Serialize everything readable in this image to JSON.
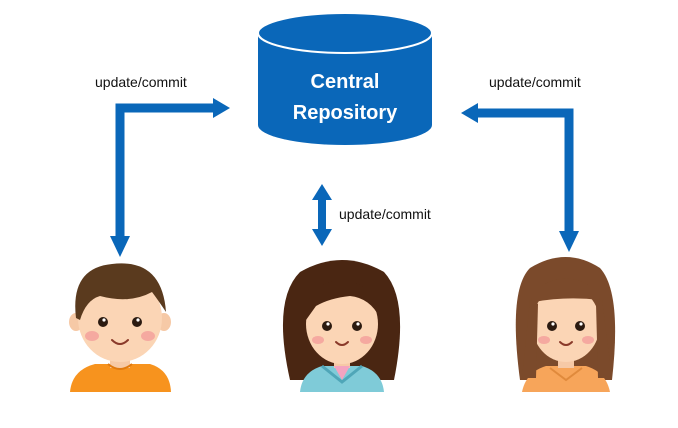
{
  "repository": {
    "line1": "Central",
    "line2": "Repository",
    "color": "#0a67b9"
  },
  "arrows": {
    "color": "#0a67b9",
    "left_label": "update/commit",
    "middle_label": "update/commit",
    "right_label": "update/commit"
  },
  "users": [
    {
      "icon": "boy-avatar-icon",
      "shirt_color": "#f7931e",
      "hair_color": "#5a3a1e"
    },
    {
      "icon": "girl-avatar-icon",
      "shirt_color": "#7fcbd8",
      "hair_color": "#4a2612"
    },
    {
      "icon": "woman-avatar-icon",
      "shirt_color": "#f7a55a",
      "hair_color": "#7b4a2b"
    }
  ]
}
